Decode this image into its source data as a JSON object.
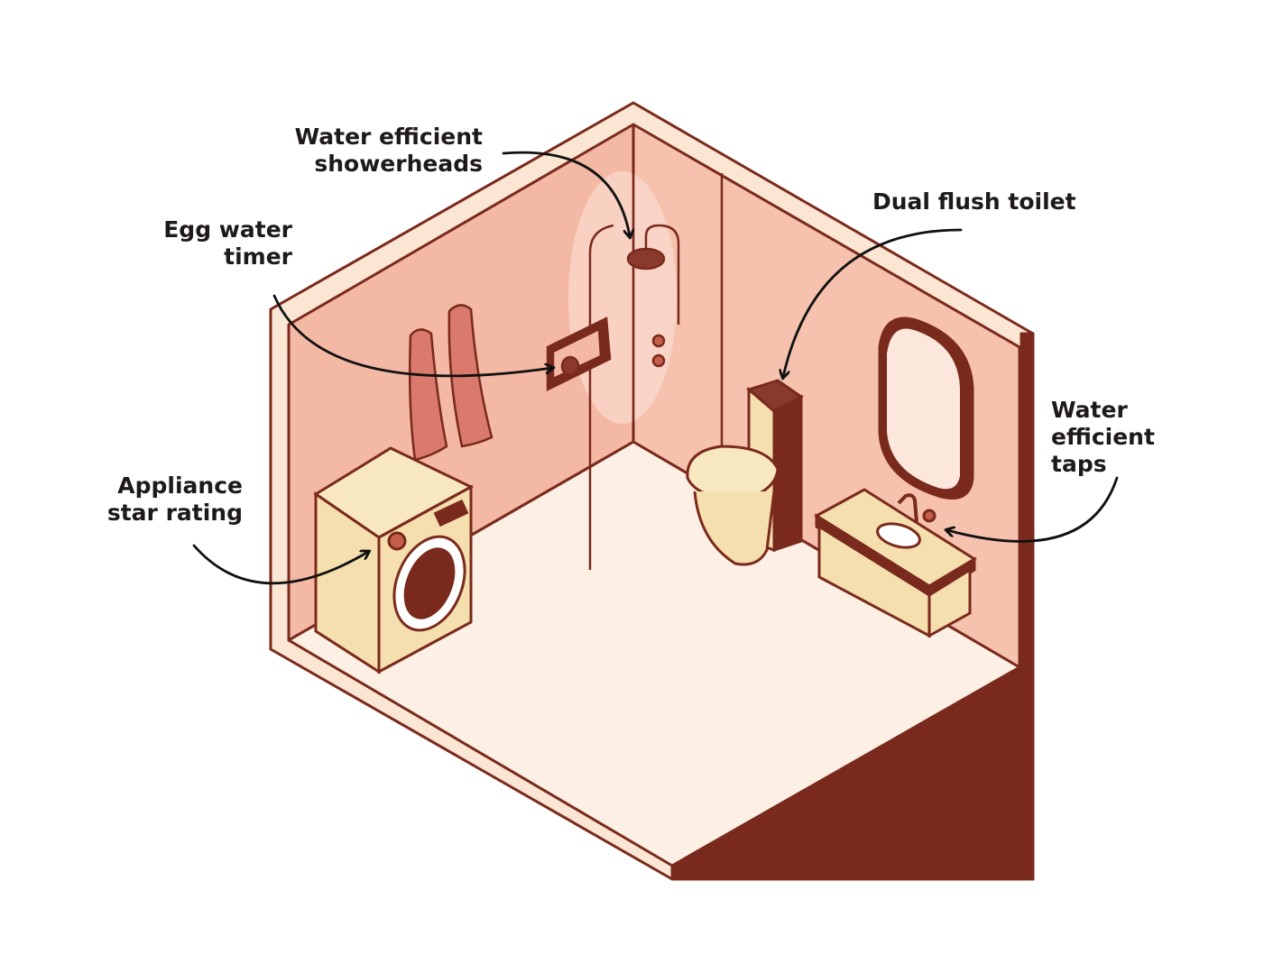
{
  "labels": {
    "showerheads": {
      "line1": "Water efficient",
      "line2": "showerheads"
    },
    "egg_timer": {
      "line1": "Egg water",
      "line2": "timer"
    },
    "dual_flush": {
      "line1": "Dual flush toilet"
    },
    "taps": {
      "line1": "Water",
      "line2": "efficient",
      "line3": "taps"
    },
    "star_rating": {
      "line1": "Appliance",
      "line2": "star rating"
    }
  },
  "colors": {
    "outline": "#7a2a1c",
    "wall": "#f4b9a5",
    "wall_light": "#f8cdbd",
    "floor": "#fcefe4",
    "frame": "#fbe6d4",
    "fixture": "#f5dfae",
    "towel": "#d97a6c",
    "arrow": "#111111"
  }
}
